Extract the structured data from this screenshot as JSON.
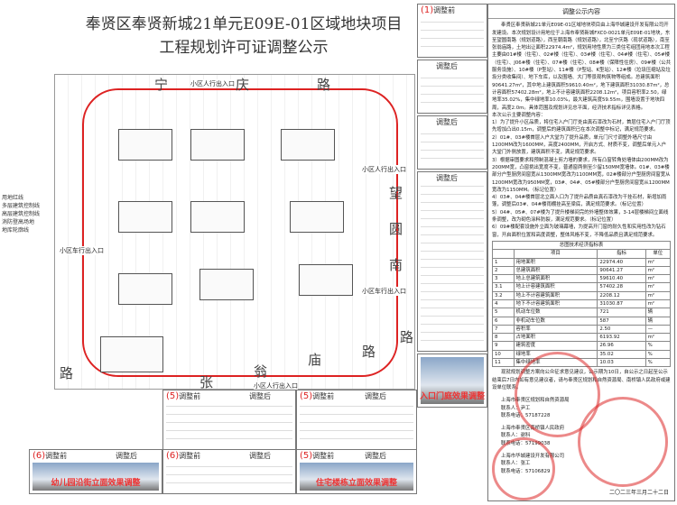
{
  "title": {
    "line1": "奉贤区奉贤新城21单元E09E-01区域地块项目",
    "line2": "工程规划许可证调整公示"
  },
  "site_plan": {
    "roads": {
      "north": [
        "宁",
        "庆",
        "路"
      ],
      "south": [
        "张",
        "翁",
        "庙",
        "路"
      ],
      "east": [
        "望",
        "圆",
        "南",
        "路"
      ],
      "west": [
        "路"
      ]
    },
    "entrances": [
      "小区人行出入口",
      "小区车行出入口",
      "小区人行出入口",
      "小区车行出入口",
      "小区人行出入口"
    ],
    "legend": [
      "用地红线",
      "多层建筑控制线",
      "高层建筑控制线",
      "消防登高场地",
      "地库轮廓线"
    ]
  },
  "panels": [
    {
      "num": "(1)",
      "label": "调整前"
    },
    {
      "label": "调整后"
    },
    {
      "label": "调整后"
    },
    {
      "label": "调整后"
    },
    {
      "num": "(5)",
      "before": "调整前",
      "after": "调整后"
    },
    {
      "num": "(5)",
      "before": "调整前",
      "after": "调整后"
    },
    {
      "num": "(6)",
      "before": "调整前",
      "after": "调整后",
      "caption": "幼儿园沿街立面效果调整"
    },
    {
      "num": "(6)",
      "before": "调整前",
      "after": "调整后"
    },
    {
      "num": "(5)",
      "before": "调整前",
      "after": "调整后",
      "caption": "住宅楼栋立面效果调整"
    },
    {
      "caption": "入口门庭效果调整"
    }
  ],
  "notice": {
    "heading": "调整公示内容",
    "intro": "奉贤区奉贤新城21单元E09E-01区域地块项目由上海华城建设开发有限公司开发建设。本次规划设计用地位于上海市奉贤新城FXC0-0021单元E09E-01地块，东至望圆南路（规划道路），西至朝南路（规划道路），北至宁庆路（现状道路），南至张翁庙路，土地出让面积22974.4m²，规划用地性质为三类住宅组团用地本次工程主要由01#楼（住宅）、02#楼（住宅）、03#楼（住宅）、04#楼（住宅）、05#楼（住宅）、J06#楼（住宅）、07#楼（住宅）、08#楼（保障性住房）、09#楼（公共服务设施）、10#楼（P型站）、11#楼（P型站、K型站）、12#楼（垃圾压缩站及垃圾分类收集间）、地下车库，以及围墙、大门等景观构筑物等组成。总建筑面积90641.27m²，其中地上建筑面积59610.40m²，地下建筑面积31030.87m²，总计容面积57402.28m²，地上不计容建筑面积2208.12m²，项目容积率2.50，绿地率35.02%，集中绿地率10.03%，最大建筑高度59.55m，围墙设置于地块四周，高度2.0m。具体范围及规划详见总平面，经济技术指标详见表格。",
    "items_heading": "本次公示主要调整内容：",
    "items": [
      "1）为了提升小区品质，将住宅入户门厅处由真石漆改为石材，首层住宅入户门厅顶先增加凸出0.15m，调整后的建筑面积已在本次调整中标记，满足规范要求。",
      "2）01#、03#楼首层入户大堂为了提升品质，单元门尺寸调整外墙尺寸由1200MM改为1600MM，高度2400MM，开启方式、材质不变，调整后单元入户大堂门外侧放置，建筑面积不变，满足规范要求。",
      "3）根据审图要求和预制混凝土剪力墙的要求，所有凸窗转角处墙体由200MM改为200MM宽，凸窗挑出宽度不变，普通窗两侧至少留150MM宽墙体。01#、03#楼部分户型厨房间窗宽从1300MM宽改为1100MM宽，02#楼部分户型厨房间窗宽从1200MM宽改为950MM宽，03#、04#、05#楼部分户型厨房间窗宽从1200MM宽改为1150MM。（标记位置）",
      "4）03#、04#楼首层北立面入口为了提升品质由真石漆改为干挂石材，新增加雨篷，调整后03#、04#楼雨棚挂高至梁底，满足规范要求。（标记位置）",
      "5）04#、05#、07#楼为了提升楼梯间完的外墙整体效果，3-14层楼梯间立面线条调整，改为砌色涂料防裂，满足规范要求。（标记位置）",
      "6）09#楼配套设施外立面为玻璃幕墙，为提高开门窗的耐久性和实用性改为钻石窗，开启面积位置和高度调整，整体风格不变，不降低品质且满足规范要求。"
    ],
    "table": {
      "title": "总图技术经济指标表",
      "headers": [
        "",
        "项目",
        "指标",
        "单位"
      ],
      "rows": [
        [
          "1",
          "用地面积",
          "22974.40",
          "m²"
        ],
        [
          "2",
          "总建筑面积",
          "90641.27",
          "m²"
        ],
        [
          "3",
          "地上总建筑面积",
          "59610.40",
          "m²"
        ],
        [
          "3.1",
          "地上计容建筑面积",
          "57402.28",
          "m²"
        ],
        [
          "3.2",
          "地上不计容建筑面积",
          "2208.12",
          "m²"
        ],
        [
          "4",
          "地下不计容建筑面积",
          "31030.87",
          "m²"
        ],
        [
          "5",
          "机动车位数",
          "721",
          "辆"
        ],
        [
          "6",
          "非机动车位数",
          "587",
          "辆"
        ],
        [
          "7",
          "容积率",
          "2.50",
          "—"
        ],
        [
          "8",
          "占地面积",
          "6193.92",
          "m²"
        ],
        [
          "9",
          "建筑密度",
          "26.96",
          "%"
        ],
        [
          "10",
          "绿地率",
          "35.02",
          "%"
        ],
        [
          "11",
          "集中绿地率",
          "10.03",
          "%"
        ]
      ]
    },
    "closing": "现就规划调整方案向公众征求意见建议，公示期为10日，自公示之日起至公示结束后7日内如有意见建议者，请与奉贤区规划和自然资源局、南桥镇人民政府或建设单位联系。",
    "contacts": [
      {
        "org": "上海市奉贤区规划和自然资源局",
        "person": "联系人：尹工",
        "phone": "联系电话：57187228"
      },
      {
        "org": "上海市奉贤区南桥镇人民政府",
        "person": "联系人：谢科",
        "phone": "联系电话：57199038"
      },
      {
        "org": "上海市华城建设开发有限公司",
        "person": "联系人：张工",
        "phone": "联系电话：57106829"
      }
    ],
    "date": "二〇二三年三月二十二日"
  },
  "colors": {
    "accent_red": "#dd2222"
  }
}
